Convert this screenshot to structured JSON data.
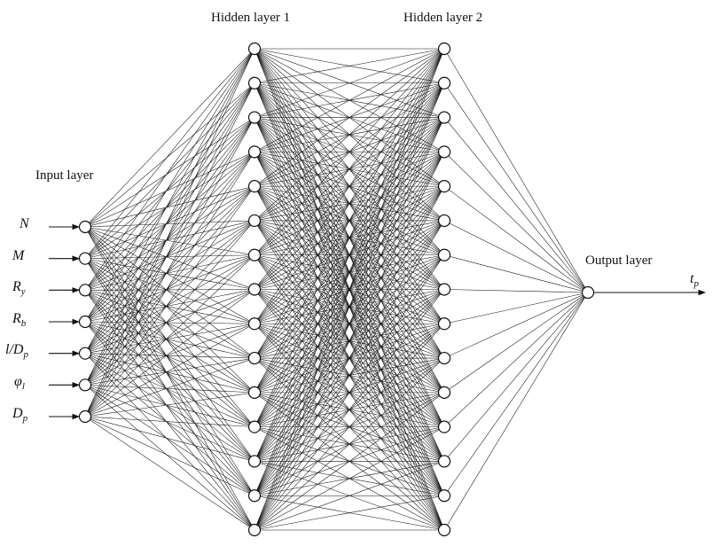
{
  "diagram": {
    "layers": {
      "input": {
        "title": "Input layer",
        "node_count": 7
      },
      "hidden1": {
        "title": "Hidden layer 1",
        "node_count": 15
      },
      "hidden2": {
        "title": "Hidden layer 2",
        "node_count": 15
      },
      "output": {
        "title": "Output layer",
        "node_count": 1
      }
    },
    "inputs": [
      {
        "base": "N",
        "sub": ""
      },
      {
        "base": "M",
        "sub": ""
      },
      {
        "base": "R",
        "sub": "y"
      },
      {
        "base": "R",
        "sub": "b"
      },
      {
        "base": "l/D",
        "sub": "p"
      },
      {
        "base": "φ",
        "sub": "l"
      },
      {
        "base": "D",
        "sub": "p"
      }
    ],
    "output": {
      "base": "t",
      "sub": "p"
    },
    "connections": "fully-connected",
    "colors": {
      "line": "#111111",
      "node_fill": "#ffffff",
      "background": "#ffffff"
    }
  }
}
